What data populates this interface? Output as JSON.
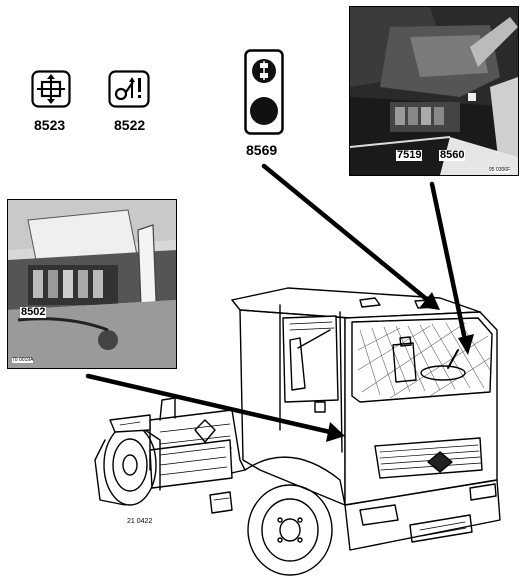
{
  "icons": [
    {
      "code": "8523",
      "icon": "cab-tilt-icon"
    },
    {
      "code": "8522",
      "icon": "tilt-warning-icon"
    }
  ],
  "warning_lamp": {
    "code": "8569",
    "icon": "warning-lamp-icon"
  },
  "photo_top_right": {
    "labels": [
      "7519",
      "8560"
    ],
    "ref": "95 0306F"
  },
  "photo_left": {
    "label": "8502",
    "ref": "70 0019A"
  },
  "drawing_ref": "21 0422"
}
